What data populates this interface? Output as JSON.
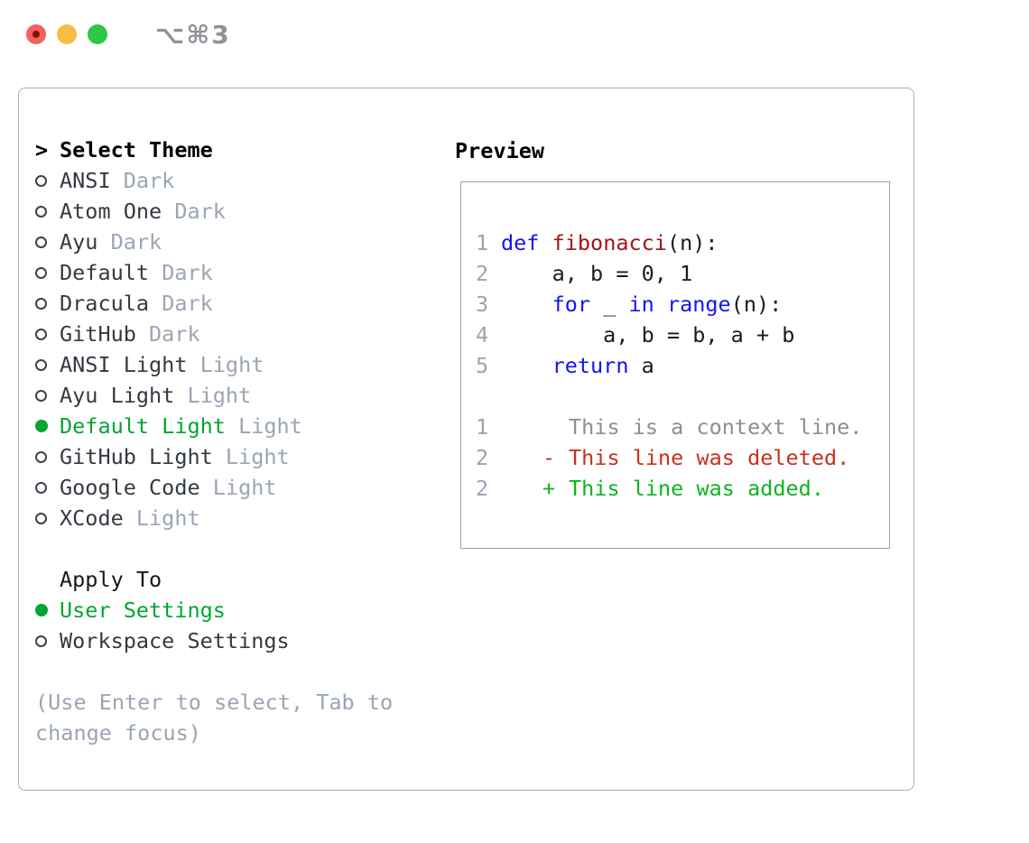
{
  "window": {
    "shortcut_label": "⌥⌘3"
  },
  "colors": {
    "accent_green": "#00a532",
    "keyword_blue": "#1414f0",
    "function_red": "#a31515",
    "deleted_red": "#c9301c",
    "added_green": "#0fb321",
    "context_gray": "#8e8e8e",
    "line_number_gray": "#9aa4b2",
    "muted_gray": "#9aa5b4",
    "traffic_red": "#f4605a",
    "traffic_yellow": "#f8bd45",
    "traffic_green": "#2ec748"
  },
  "theme_selector": {
    "prompt": ">",
    "title": "Select Theme",
    "items": [
      {
        "name": "ANSI",
        "variant": "Dark",
        "selected": false
      },
      {
        "name": "Atom One",
        "variant": "Dark",
        "selected": false
      },
      {
        "name": "Ayu",
        "variant": "Dark",
        "selected": false
      },
      {
        "name": "Default",
        "variant": "Dark",
        "selected": false
      },
      {
        "name": "Dracula",
        "variant": "Dark",
        "selected": false
      },
      {
        "name": "GitHub",
        "variant": "Dark",
        "selected": false
      },
      {
        "name": "ANSI Light",
        "variant": "Light",
        "selected": false
      },
      {
        "name": "Ayu Light",
        "variant": "Light",
        "selected": false
      },
      {
        "name": "Default Light",
        "variant": "Light",
        "selected": true
      },
      {
        "name": "GitHub Light",
        "variant": "Light",
        "selected": false
      },
      {
        "name": "Google Code",
        "variant": "Light",
        "selected": false
      },
      {
        "name": "XCode",
        "variant": "Light",
        "selected": false
      }
    ]
  },
  "apply_to": {
    "title": "Apply To",
    "options": [
      {
        "label": "User Settings",
        "selected": true
      },
      {
        "label": "Workspace Settings",
        "selected": false
      }
    ]
  },
  "hint": "(Use Enter to select, Tab to change focus)",
  "preview": {
    "title": "Preview",
    "code_lines": [
      {
        "number": "1",
        "tokens": [
          {
            "text": "def",
            "style": "keyword"
          },
          {
            "text": " "
          },
          {
            "text": "fibonacci",
            "style": "function"
          },
          {
            "text": "(n):"
          }
        ]
      },
      {
        "number": "2",
        "tokens": [
          {
            "text": "    a, b = 0, 1"
          }
        ]
      },
      {
        "number": "3",
        "tokens": [
          {
            "text": "    "
          },
          {
            "text": "for",
            "style": "keyword"
          },
          {
            "text": " _ "
          },
          {
            "text": "in",
            "style": "keyword"
          },
          {
            "text": " "
          },
          {
            "text": "range",
            "style": "keyword"
          },
          {
            "text": "(n):"
          }
        ]
      },
      {
        "number": "4",
        "tokens": [
          {
            "text": "        a, b = b, a + b"
          }
        ]
      },
      {
        "number": "5",
        "tokens": [
          {
            "text": "    "
          },
          {
            "text": "return",
            "style": "keyword"
          },
          {
            "text": " a"
          }
        ]
      }
    ],
    "diff_lines": [
      {
        "number": "1",
        "marker": " ",
        "text": "This is a context line.",
        "type": "context"
      },
      {
        "number": "2",
        "marker": "-",
        "text": "This line was deleted.",
        "type": "deleted"
      },
      {
        "number": "2",
        "marker": "+",
        "text": "This line was added.",
        "type": "added"
      }
    ]
  }
}
